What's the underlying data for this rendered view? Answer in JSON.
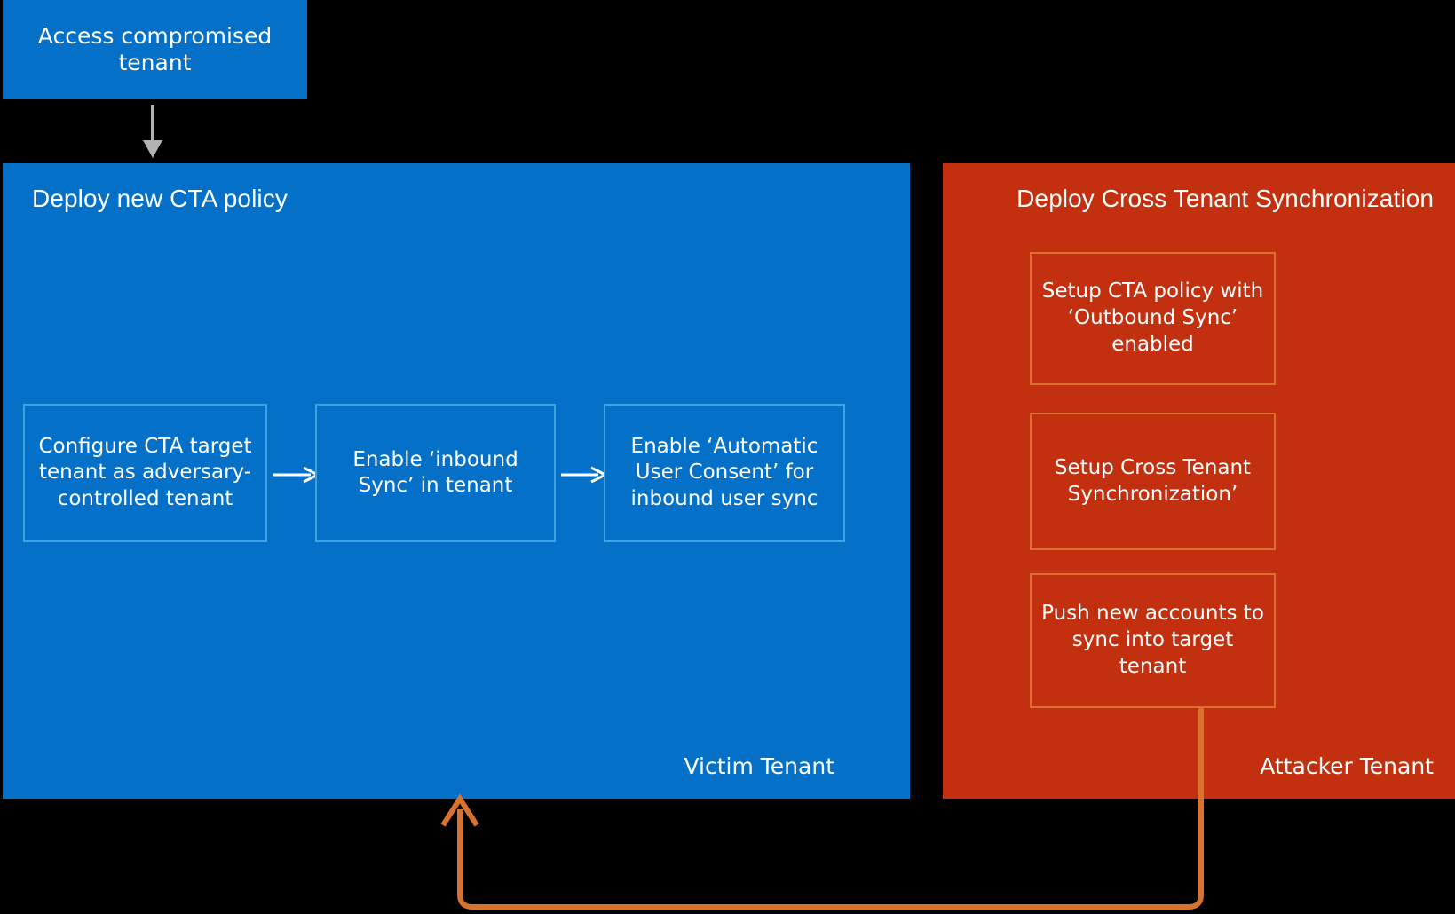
{
  "diagram": {
    "title_visible": false,
    "colors": {
      "victim_panel": "#0570c8",
      "attacker_panel": "#c2300f",
      "victim_box_border": "#3fa3dd",
      "attacker_box_border": "#d9712f",
      "entry_arrow": "#b3b3b3",
      "step_arrow": "#ffffff",
      "feedback_arrow": "#d9712f",
      "background": "#000000",
      "text": "#ffffff"
    },
    "entry": {
      "label": "Access compromised tenant"
    },
    "victim_panel": {
      "title": "Deploy new CTA policy",
      "tenant_label": "Victim Tenant",
      "steps": [
        {
          "label": "Configure CTA target tenant as adversary-controlled tenant"
        },
        {
          "label": "Enable ‘inbound Sync’ in tenant"
        },
        {
          "label": "Enable ‘Automatic User Consent’ for inbound user sync"
        }
      ]
    },
    "attacker_panel": {
      "title": "Deploy Cross Tenant Synchronization",
      "tenant_label": "Attacker Tenant",
      "steps": [
        {
          "label": "Setup CTA policy with ‘Outbound Sync’ enabled"
        },
        {
          "label": "Setup Cross Tenant Synchronization’"
        },
        {
          "label": "Push new accounts to sync into target tenant"
        }
      ]
    },
    "connectors": [
      {
        "name": "entry-to-victim-panel",
        "style": "grey-down-arrow"
      },
      {
        "name": "victim-step-1-to-2",
        "style": "white-right-arrow"
      },
      {
        "name": "victim-step-2-to-3",
        "style": "white-right-arrow"
      },
      {
        "name": "attacker-push-to-victim-panel",
        "style": "orange-elbow-up-arrow"
      }
    ]
  }
}
